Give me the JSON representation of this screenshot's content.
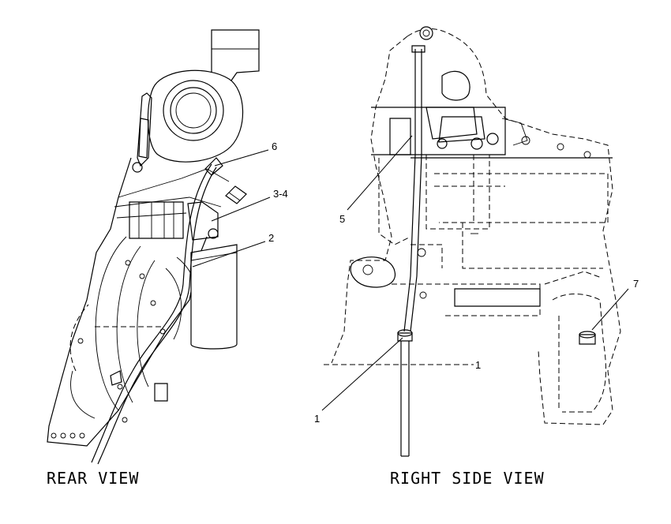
{
  "rear_view": {
    "caption": "REAR VIEW",
    "callouts": [
      "6",
      "3-4",
      "2"
    ]
  },
  "right_side_view": {
    "caption": "RIGHT SIDE VIEW",
    "callouts": [
      "5",
      "7",
      "1",
      "1"
    ]
  },
  "colors": {
    "ink": "#000000",
    "paper": "#ffffff"
  }
}
